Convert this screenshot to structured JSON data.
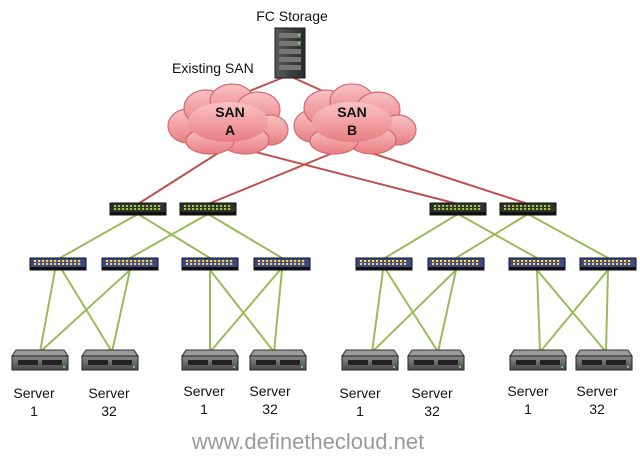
{
  "storage": {
    "label": "FC Storage",
    "icon": "storage-array-icon"
  },
  "san_label": "Existing SAN",
  "clouds": [
    {
      "line1": "SAN",
      "line2": "A"
    },
    {
      "line1": "SAN",
      "line2": "B"
    }
  ],
  "servers": [
    {
      "line1": "Server",
      "line2": "1"
    },
    {
      "line1": "Server",
      "line2": "32"
    },
    {
      "line1": "Server",
      "line2": "1"
    },
    {
      "line1": "Server",
      "line2": "32"
    },
    {
      "line1": "Server",
      "line2": "1"
    },
    {
      "line1": "Server",
      "line2": "32"
    },
    {
      "line1": "Server",
      "line2": "1"
    },
    {
      "line1": "Server",
      "line2": "32"
    }
  ],
  "watermark": "www.definethecloud.net",
  "colors": {
    "san_link": "#c0504d",
    "access_link": "#9bbb59",
    "cloud_fill": "#f29c9f",
    "cloud_stroke": "#d26b70",
    "core_switch": "#2f2f2f",
    "access_switch": "#3a4a8a"
  },
  "icons": {
    "cloud": "cloud-icon",
    "core_switch": "switch-icon",
    "access_switch": "switch-icon",
    "server": "server-icon"
  }
}
